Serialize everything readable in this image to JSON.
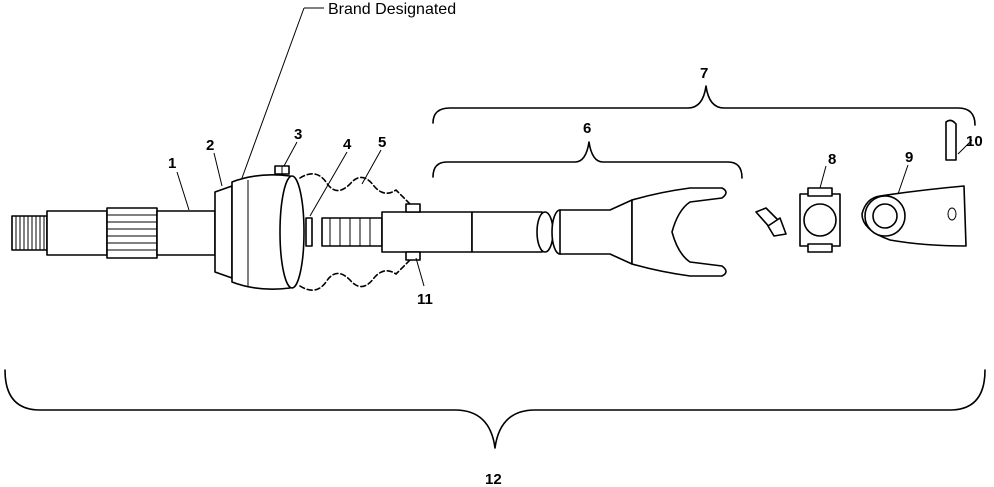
{
  "annotation": {
    "brand_designated": "Brand Designated"
  },
  "callouts": {
    "c1": "1",
    "c2": "2",
    "c3": "3",
    "c4": "4",
    "c5": "5",
    "c6": "6",
    "c7": "7",
    "c8": "8",
    "c9": "9",
    "c10": "10",
    "c11": "11",
    "c12": "12"
  }
}
